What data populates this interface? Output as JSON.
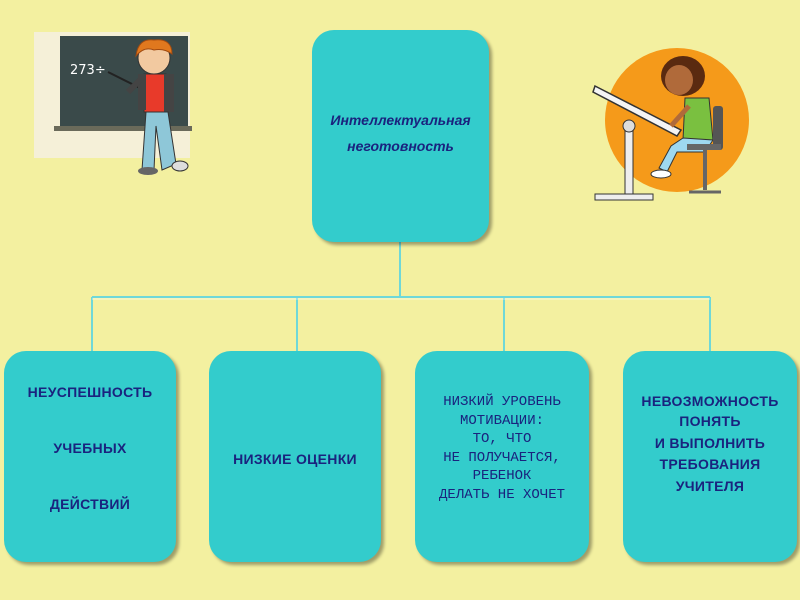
{
  "root": {
    "lines": [
      "Интеллектуальная",
      "неготовность"
    ]
  },
  "children": [
    {
      "lines": [
        "НЕУСПЕШНОСТЬ",
        "УЧЕБНЫХ",
        "ДЕЙСТВИЙ"
      ]
    },
    {
      "lines": [
        "НИЗКИЕ ОЦЕНКИ"
      ]
    },
    {
      "lines": [
        "НИЗКИЙ УРОВЕНЬ",
        "МОТИВАЦИИ:",
        "ТО, ЧТО",
        "НЕ ПОЛУЧАЕТСЯ,",
        "РЕБЕНОК",
        "ДЕЛАТЬ НЕ ХОЧЕТ"
      ]
    },
    {
      "lines": [
        "НЕВОЗМОЖНОСТЬ",
        "ПОНЯТЬ",
        "И ВЫПОЛНИТЬ",
        "ТРЕБОВАНИЯ",
        "УЧИТЕЛЯ"
      ]
    }
  ],
  "illustrations": {
    "blackboard_text": "273÷"
  },
  "colors": {
    "background": "#f3f0a0",
    "box": "#33cccc",
    "text": "#1a237e",
    "connector": "#4fd0d0"
  }
}
